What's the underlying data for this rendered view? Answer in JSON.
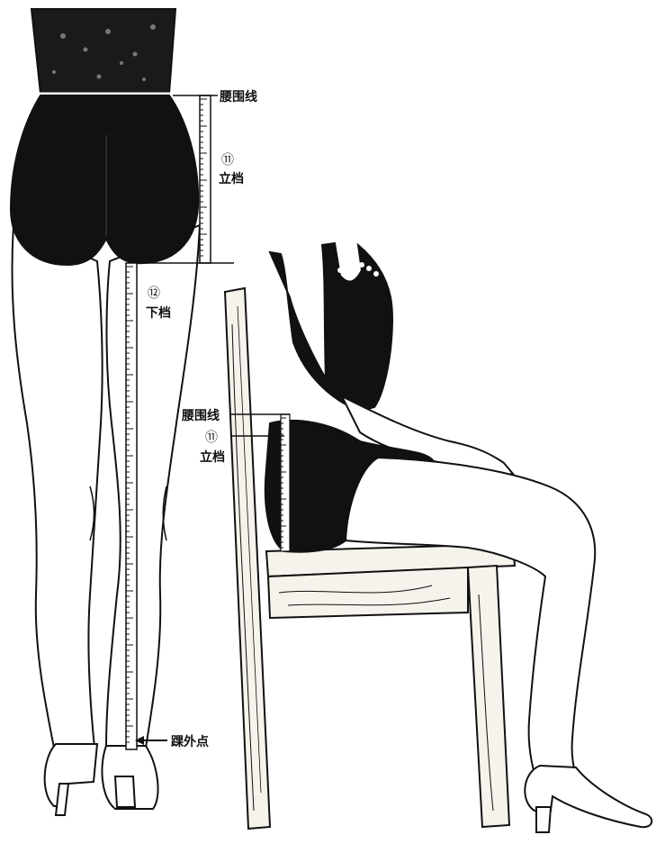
{
  "labels": {
    "waist_line": "腰围线",
    "num_11": "⑪",
    "rise": "立档",
    "num_12": "⑫",
    "inseam": "下档",
    "ankle_point": "踝外点"
  },
  "colors": {
    "ink": "#111111",
    "paper": "#ffffff",
    "wood": "#f6f3ec"
  },
  "icons": [
    "measuring-tape-icon",
    "chair-icon",
    "shoe-icon"
  ]
}
